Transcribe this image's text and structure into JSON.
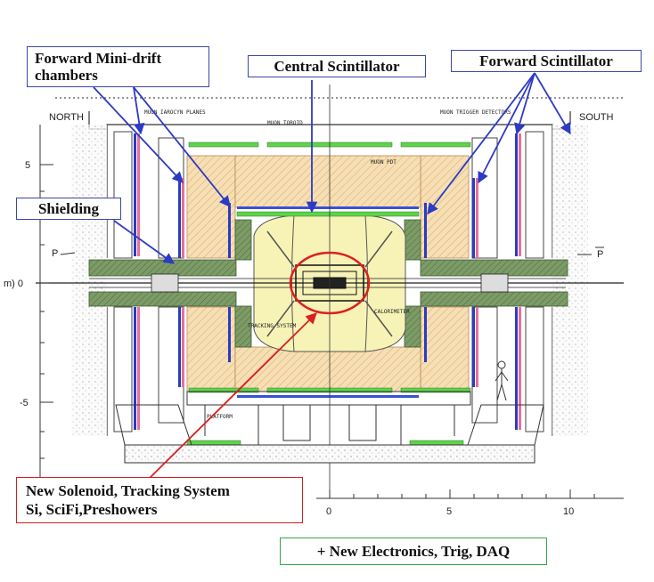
{
  "callouts": {
    "forward_minidrift": "Forward Mini-drift chambers",
    "central_scintillator": "Central Scintillator",
    "forward_scintillator": "Forward Scintillator",
    "shielding": "Shielding",
    "new_solenoid_line1": "New Solenoid, Tracking System",
    "new_solenoid_line2": "Si, SciFi,Preshowers",
    "new_electronics": "+ New Electronics, Trig, DAQ"
  },
  "labels": {
    "north": "NORTH",
    "south": "SOUTH",
    "beam_left": "P",
    "beam_right": "P",
    "axis_origin": "m) 0",
    "muon_larocyn": "MUON IAROCYN PLANES",
    "muon_toroid": "MUON TOROID",
    "muon_trigger": "MUON TRIGGER DETECTORS",
    "muon_pdt": "MUON PDT",
    "calorimeter": "CALORIMETER",
    "tracking_system": "TRACKING SYSTEM",
    "platform": "PLATFORM"
  },
  "y_ticks": [
    "5",
    "-5"
  ],
  "x_ticks": [
    "0",
    "5",
    "10"
  ],
  "colors": {
    "callout_arrow": "#2d3ac2",
    "red_highlight": "#dc1f1f",
    "green_box": "#33a844",
    "yellow_calorimeter": "#f7f3b6",
    "orange_toroid": "#f6dfb4",
    "green_shielding": "#6e8d5a",
    "scintillator_pink": "#e8709a"
  }
}
